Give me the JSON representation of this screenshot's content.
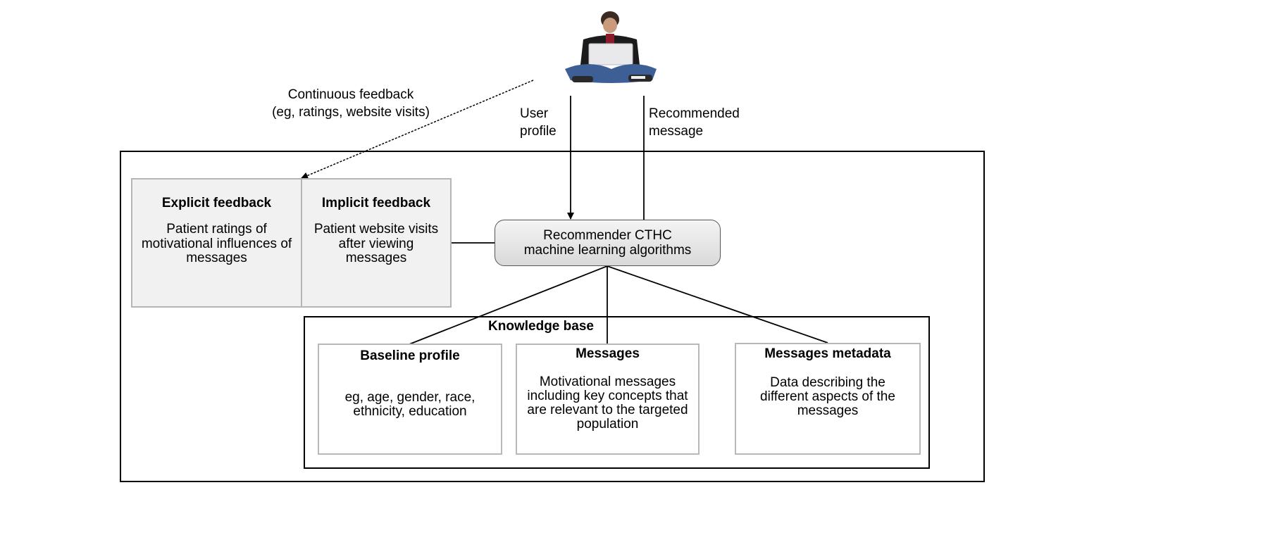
{
  "user_actor": {
    "icon": "person-with-laptop-icon",
    "edge_to_system_label": [
      "User",
      "profile"
    ],
    "edge_from_system_label": [
      "Recommended",
      "message"
    ]
  },
  "continuous_feedback": {
    "line1": "Continuous feedback",
    "line2": "(eg, ratings, website visits)"
  },
  "feedback": {
    "explicit": {
      "title": "Explicit feedback",
      "lines": [
        "Patient ratings of",
        "motivational influences of",
        "messages"
      ]
    },
    "implicit": {
      "title": "Implicit feedback",
      "lines": [
        "Patient website visits",
        "after viewing",
        "messages"
      ]
    }
  },
  "recommender": {
    "line1": "Recommender CTHC",
    "line2": "machine learning algorithms"
  },
  "knowledge_base": {
    "title": "Knowledge base",
    "boxes": [
      {
        "title": "Baseline profile",
        "lines": [
          "eg, age, gender, race,",
          "ethnicity, education"
        ]
      },
      {
        "title": "Messages",
        "lines": [
          "Motivational messages",
          "including key concepts that",
          "are relevant to the targeted",
          "population"
        ]
      },
      {
        "title": "Messages metadata",
        "lines": [
          "Data describing the",
          "different aspects of the",
          "messages"
        ]
      }
    ]
  }
}
